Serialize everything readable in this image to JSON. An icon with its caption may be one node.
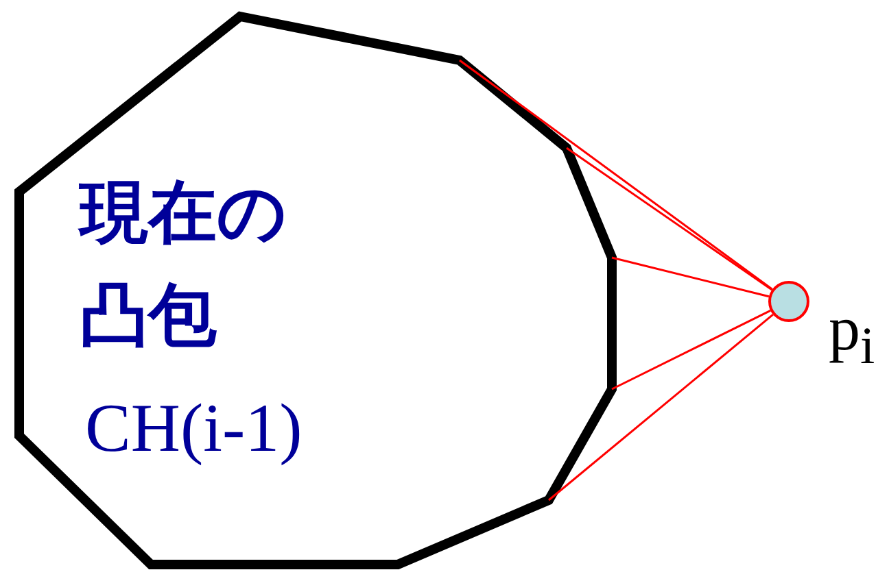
{
  "diagram": {
    "nodes": [
      {
        "text": [
          "現在の凸包",
          "CH(i-1)"
        ]
      },
      {
        "text": [],
        "shape": "circle",
        "beside": [
          "p$_{i}$"
        ]
      }
    ],
    "edges": [
      {
        "from": 1,
        "to": 0,
        "arrow": "none"
      },
      {
        "from": 1,
        "to": 0,
        "arrow": "none"
      },
      {
        "from": 1,
        "to": 0,
        "arrow": "none"
      },
      {
        "from": 1,
        "to": 0,
        "arrow": "none"
      },
      {
        "from": 1,
        "to": 0,
        "arrow": "none"
      }
    ]
  }
}
